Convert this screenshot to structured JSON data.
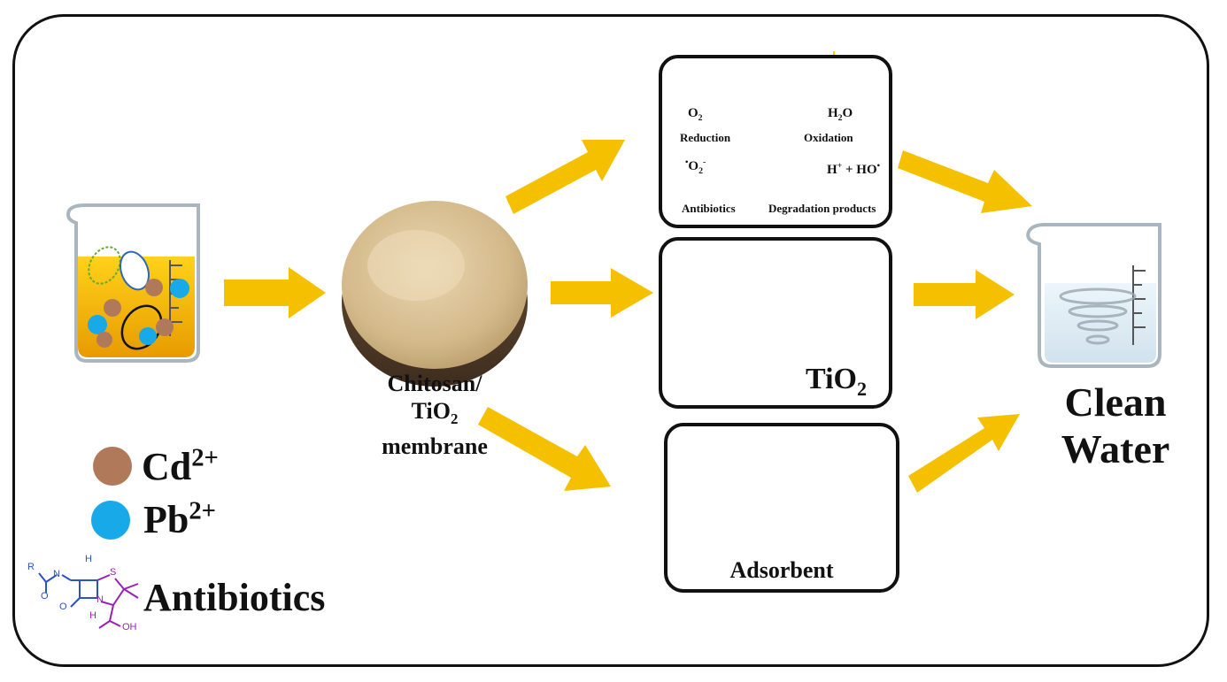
{
  "membrane": {
    "label_line1": "Chitosan/",
    "label_line2_base": "TiO",
    "label_line2_sub": "2",
    "label_line3": "membrane"
  },
  "photocatalysis": {
    "o2": "O",
    "o2_sub": "2",
    "h2o_h": "H",
    "h2o_sub": "2",
    "h2o_o": "O",
    "reduction": "Reduction",
    "oxidation": "Oxidation",
    "superoxide": "O",
    "superoxide_sub": "2",
    "superoxide_sup": "-",
    "radical_dot": "•",
    "products": "H",
    "products_sup": "+",
    "products_rest": " + HO",
    "antibiotics": "Antibiotics",
    "degradation": "Degradation products"
  },
  "antibacterial": {
    "label_base": "TiO",
    "label_sub": "2"
  },
  "adsorption": {
    "label": "Adsorbent"
  },
  "result": {
    "line1": "Clean",
    "line2": "Water"
  },
  "legend": {
    "cd": "Cd",
    "cd_sup": "2+",
    "cd_color": "#b07a5a",
    "pb": "Pb",
    "pb_sup": "2+",
    "pb_color": "#17a9e8",
    "antibiotics": "Antibiotics",
    "mol_R": "R",
    "mol_N1": "N",
    "mol_H1": "H",
    "mol_H2": "H",
    "mol_S": "S",
    "mol_N2": "N",
    "mol_O1": "O",
    "mol_O2": "O",
    "mol_OH": "OH"
  },
  "colors": {
    "arrow": "#f5c000",
    "water": "#f2b400",
    "membrane": "#d8bf94"
  }
}
